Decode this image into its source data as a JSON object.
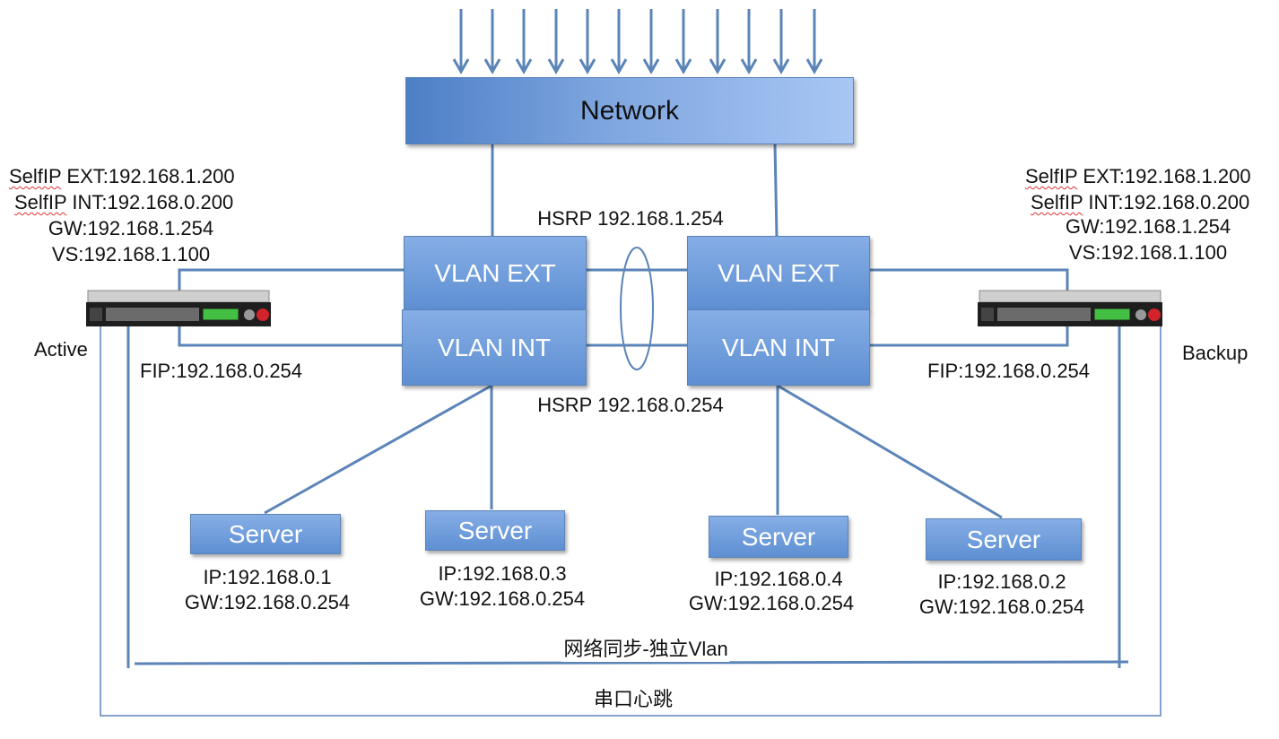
{
  "network": {
    "label": "Network"
  },
  "hsrp": {
    "ext": "HSRP 192.168.1.254",
    "int": "HSRP 192.168.0.254"
  },
  "left": {
    "selfip_prefix": "SelfIP",
    "selfip_ext": " EXT:192.168.1.200",
    "selfip_int": " INT:192.168.0.200",
    "gw": "GW:192.168.1.254",
    "vs": "VS:192.168.1.100",
    "role": "Active",
    "fip": "FIP:192.168.0.254",
    "vlan_ext": "VLAN EXT",
    "vlan_int": "VLAN INT"
  },
  "right": {
    "selfip_prefix": "SelfIP",
    "selfip_ext": " EXT:192.168.1.200",
    "selfip_int": " INT:192.168.0.200",
    "gw": "GW:192.168.1.254",
    "vs": "VS:192.168.1.100",
    "role": "Backup",
    "fip": "FIP:192.168.0.254",
    "vlan_ext": "VLAN EXT",
    "vlan_int": "VLAN INT"
  },
  "servers": [
    {
      "label": "Server",
      "ip": "IP:192.168.0.1",
      "gw": "GW:192.168.0.254"
    },
    {
      "label": "Server",
      "ip": "IP:192.168.0.3",
      "gw": "GW:192.168.0.254"
    },
    {
      "label": "Server",
      "ip": "IP:192.168.0.4",
      "gw": "GW:192.168.0.254"
    },
    {
      "label": "Server",
      "ip": "IP:192.168.0.2",
      "gw": "GW:192.168.0.254"
    }
  ],
  "links": {
    "network_sync": "网络同步-独立Vlan",
    "serial_heartbeat": "串口心跳"
  },
  "colors": {
    "line": "#5b84b8",
    "box_dark": "#5e8fd2",
    "box_light": "#a7c6f4",
    "device_body": "#1e1e1e",
    "device_display": "#43c043",
    "f5_logo": "#d2232a"
  },
  "icons": {
    "device": "f5-bigip-appliance-icon",
    "arrow": "down-arrow-icon"
  }
}
